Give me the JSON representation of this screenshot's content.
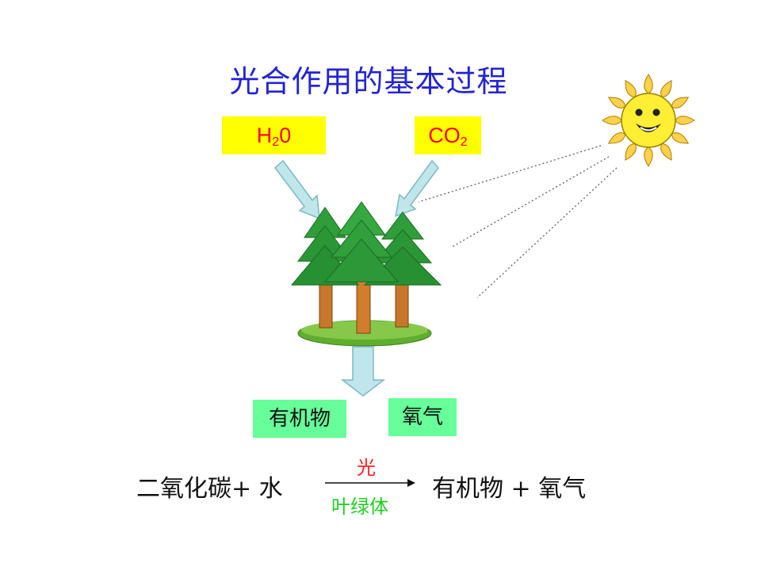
{
  "title": "光合作用的基本过程",
  "inputs": {
    "water": {
      "main": "H",
      "sub": "2",
      "tail": "0"
    },
    "co2": {
      "main": "CO",
      "sub": "2"
    }
  },
  "outputs": {
    "organic": "有机物",
    "oxygen": "氧气"
  },
  "equation": {
    "left": "二氧化碳+  水",
    "condition_top": "光",
    "condition_bottom": "叶绿体",
    "right": "有机物  +  氧气"
  },
  "icons": [
    "tree-group-icon",
    "sun-icon"
  ],
  "colors": {
    "title": "#2323d6",
    "input_box": "#ffff00",
    "input_text": "#ff0000",
    "output_box": "#66ff99",
    "condition_top": "#ff2020",
    "condition_bottom": "#22cc22",
    "arrow_fill": "#bfe6ea",
    "arrow_stroke": "#7fb8c4"
  }
}
